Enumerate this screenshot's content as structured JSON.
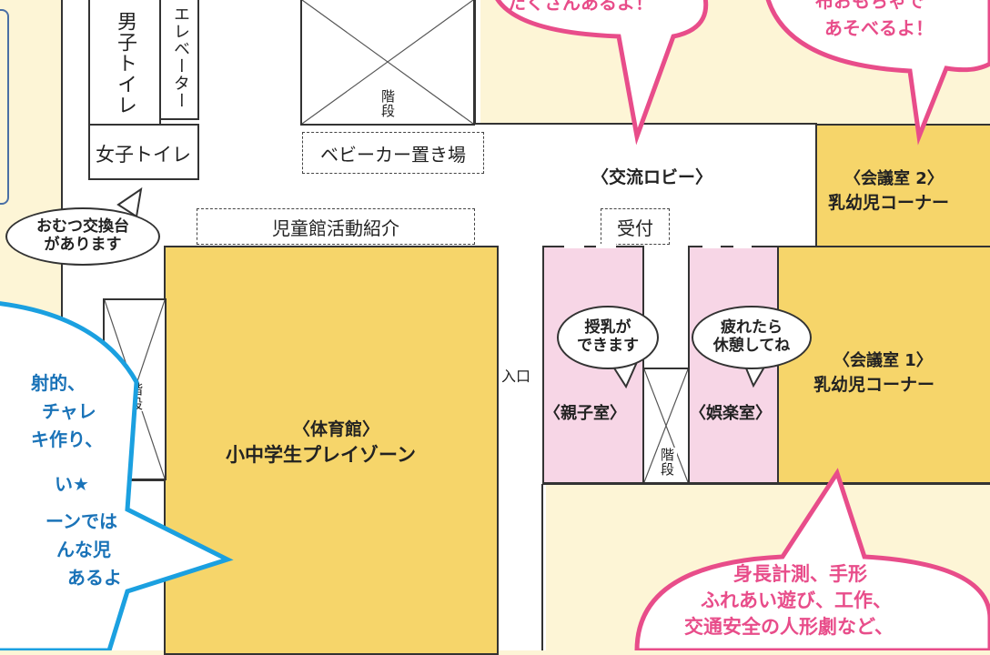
{
  "colors": {
    "background": "#fdf5d6",
    "yellow_zone": "#f6d56a",
    "pink_zone": "#f7d6e6",
    "pink_callout": "#e84d8a",
    "blue_callout": "#1ba0e0",
    "wall_line": "#333333"
  },
  "rooms": {
    "mens_toilet": "男子トイレ",
    "elevator": "エレベーター",
    "womens_toilet": "女子トイレ",
    "stairs": "階段",
    "stroller_area": "ベビーカー置き場",
    "lobby": "〈交流ロビー〉",
    "reception": "受付",
    "activity_intro": "児童館活動紹介",
    "gym_title": "〈体育館〉",
    "gym_subtitle": "小中学生プレイゾーン",
    "parent_room": "〈親子室〉",
    "rest_room": "〈娯楽室〉",
    "meeting1_title": "〈会議室 1〉",
    "meeting1_subtitle": "乳幼児コーナー",
    "meeting2_title": "〈会議室 2〉",
    "meeting2_subtitle": "乳幼児コーナー",
    "entrance": "入口"
  },
  "bubbles": {
    "diaper_line1": "おむつ交換台",
    "diaper_line2": "があります",
    "nursing_line1": "授乳が",
    "nursing_line2": "できます",
    "rest_line1": "疲れたら",
    "rest_line2": "休憩してね"
  },
  "callouts": {
    "top_left_partial": "たくさんあるよ！",
    "top_right_line1": "布おもちゃで",
    "top_right_line2": "あそべるよ！",
    "bottom_right_line1": "身長計測、手形",
    "bottom_right_line2": "ふれあい遊び、工作、",
    "bottom_right_line3": "交通安全の人形劇など、",
    "left_line1": "射的、",
    "left_line2": "チャレ",
    "left_line3": "キ作り、",
    "left_line4": "い★",
    "left_line5": "ーンでは",
    "left_line6": "んな児",
    "left_line7": "あるよ"
  }
}
